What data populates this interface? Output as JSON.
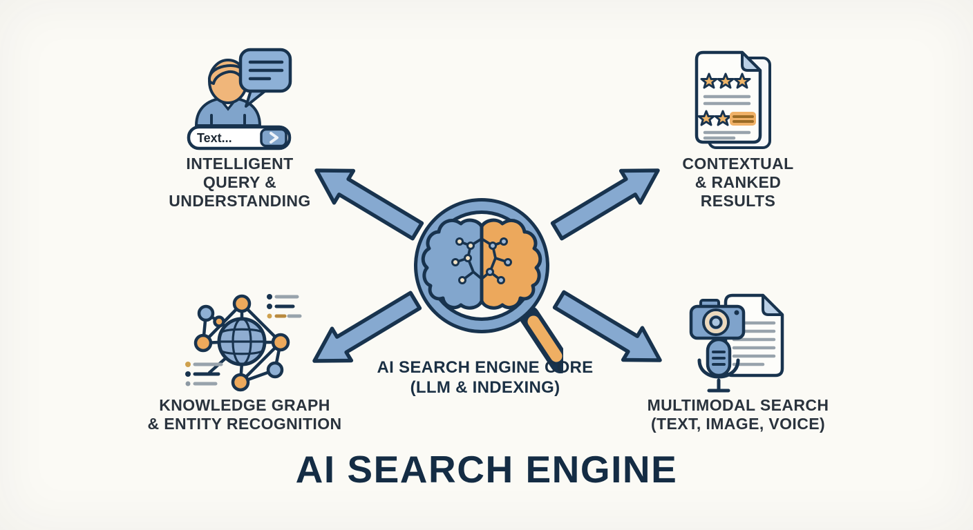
{
  "title": "AI SEARCH ENGINE",
  "center": {
    "icon": "magnifier-brain",
    "label": "AI SEARCH ENGINE CORE\n(LLM & INDEXING)"
  },
  "nodes": {
    "top_left": {
      "icon": "user-query",
      "label": "INTELLIGENT\nQUERY &\nUNDERSTANDING",
      "search_value": "Text...",
      "search_button_icon": "chevron-right"
    },
    "top_right": {
      "icon": "ranked-documents",
      "label": "CONTEXTUAL\n& RANKED\nRESULTS"
    },
    "bottom_left": {
      "icon": "knowledge-graph-globe",
      "label": "KNOWLEDGE GRAPH\n& ENTITY RECOGNITION"
    },
    "bottom_right": {
      "icon": "camera-mic-document",
      "label": "MULTIMODAL SEARCH\n(TEXT, IMAGE, VOICE)"
    }
  },
  "colors": {
    "background": "#fbfaf5",
    "navy_outline": "#18334e",
    "steel_blue": "#82a6cd",
    "light_blue": "#8fb0d4",
    "orange": "#eca85c",
    "tan_skin": "#f0b67a",
    "cream": "#eedec4",
    "gray_line": "#98a3ac",
    "title_text": "#142c44"
  }
}
